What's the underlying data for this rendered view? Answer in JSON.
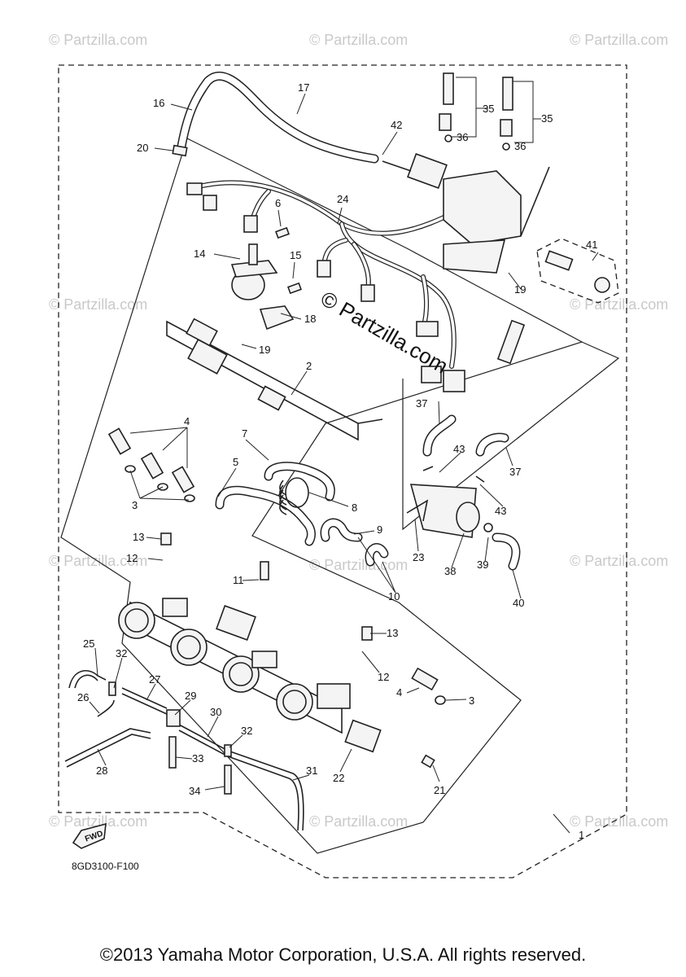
{
  "diagram": {
    "watermark_main": "© Partzilla.com",
    "watermark_repeat": "© Partzilla.com",
    "diagram_code": "8GD3100-F100",
    "fwd_label": "FWD",
    "copyright": "©2013 Yamaha Motor Corporation, U.S.A. All rights reserved.",
    "callouts": [
      "1",
      "2",
      "3",
      "3",
      "3",
      "4",
      "4",
      "4",
      "5",
      "6",
      "7",
      "8",
      "9",
      "10",
      "11",
      "12",
      "12",
      "13",
      "13",
      "14",
      "15",
      "16",
      "17",
      "18",
      "19",
      "19",
      "20",
      "21",
      "22",
      "23",
      "24",
      "25",
      "26",
      "27",
      "28",
      "29",
      "30",
      "31",
      "32",
      "32",
      "33",
      "34",
      "35",
      "35",
      "36",
      "36",
      "37",
      "37",
      "38",
      "39",
      "40",
      "41",
      "42",
      "43",
      "43",
      "43"
    ]
  }
}
